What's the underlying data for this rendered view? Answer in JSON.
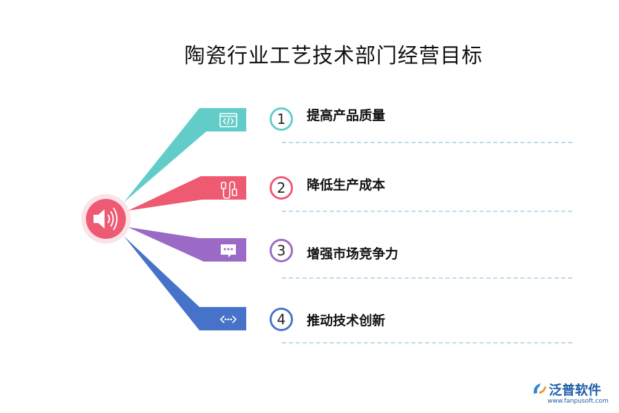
{
  "title": "陶瓷行业工艺技术部门经营目标",
  "center_icon": "speaker-icon",
  "items": [
    {
      "number": "1",
      "label": "提高产品质量",
      "color": "#62cdc8",
      "icon": "code-window-icon"
    },
    {
      "number": "2",
      "label": "降低生产成本",
      "color": "#ee5a72",
      "icon": "cable-plug-icon"
    },
    {
      "number": "3",
      "label": "增强市场竞争力",
      "color": "#9b6ac6",
      "icon": "chat-bubble-icon"
    },
    {
      "number": "4",
      "label": "推动技术创新",
      "color": "#4673c9",
      "icon": "arrows-dots-icon"
    }
  ],
  "logo": {
    "name": "泛普软件",
    "url": "www.fanpusoft.com",
    "color": "#1f5fa8"
  }
}
